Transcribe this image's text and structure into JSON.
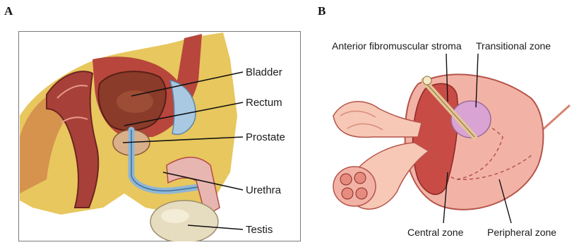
{
  "panels": {
    "a": {
      "letter": "A",
      "labels": {
        "bladder": "Bladder",
        "rectum": "Rectum",
        "prostate": "Prostate",
        "urethra": "Urethra",
        "testis": "Testis"
      }
    },
    "b": {
      "letter": "B",
      "labels": {
        "anterior_stroma": "Anterior fibromuscular stroma",
        "transitional_zone": "Transitional zone",
        "central_zone": "Central zone",
        "peripheral_zone": "Peripheral zone"
      }
    }
  },
  "colors": {
    "muscle_red": "#a8403a",
    "fat_yellow": "#e7c75e",
    "bladder_brown": "#8a3b2a",
    "urethra_blue": "#8fb6d6",
    "prostate_pink": "#f2b3a6",
    "transitional_violet": "#d9a3d3",
    "testis_beige": "#e6dcc0"
  }
}
